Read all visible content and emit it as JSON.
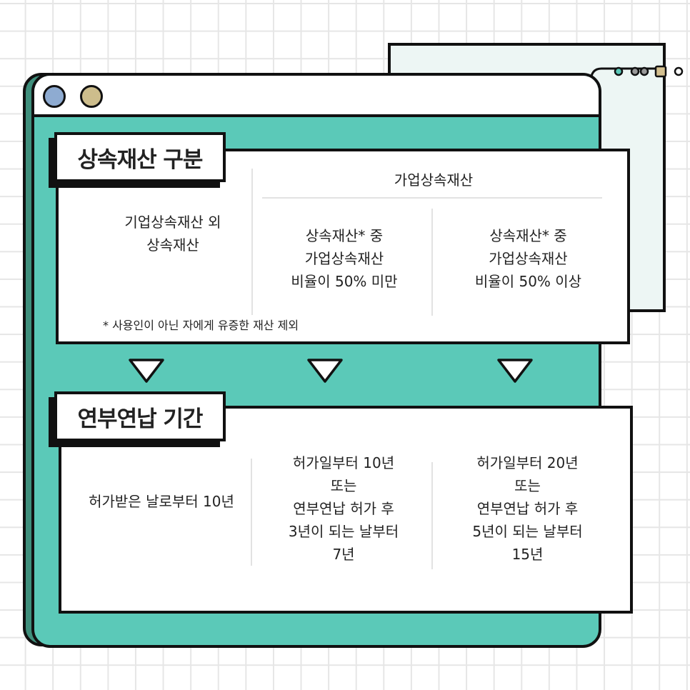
{
  "colors": {
    "teal": "#5bc9b8",
    "panel": "#edf6f4",
    "dot_blue": "#8eabd1",
    "dot_tan": "#cdbd8c"
  },
  "section1": {
    "title": "상속재산 구분",
    "group_header": "가업상속재산",
    "col1": "기업상속재산 외\n상속재산",
    "col2": "상속재산* 중\n가업상속재산\n비율이 50% 미만",
    "col3": "상속재산* 중\n가업상속재산\n비율이 50% 이상",
    "footnote": "* 사용인이 아닌 자에게 유증한 재산 제외"
  },
  "section2": {
    "title": "연부연납 기간",
    "col1": "허가받은 날로부터 10년",
    "col2": "허가일부터 10년\n또는\n연부연납 허가 후\n3년이 되는 날부터\n7년",
    "col3": "허가일부터 20년\n또는\n연부연납 허가 후\n5년이 되는 날부터\n15년"
  }
}
